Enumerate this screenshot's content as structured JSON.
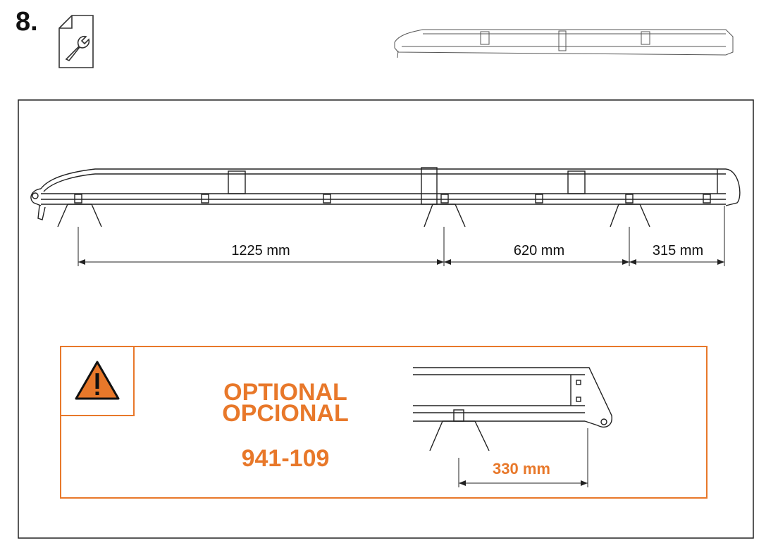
{
  "step": {
    "number": "8."
  },
  "icons": {
    "step_icon": "wrench-document-icon",
    "warning_icon": "warning-triangle-icon"
  },
  "dimensions": {
    "front_span": "1225 mm",
    "middle_span": "620 mm",
    "rear_span": "315 mm"
  },
  "optional_panel": {
    "title_en": "OPTIONAL",
    "title_es": "OPCIONAL",
    "part_number": "941-109",
    "detail_dimension": "330 mm"
  },
  "colors": {
    "accent": "#e8782a",
    "line": "#222222"
  }
}
